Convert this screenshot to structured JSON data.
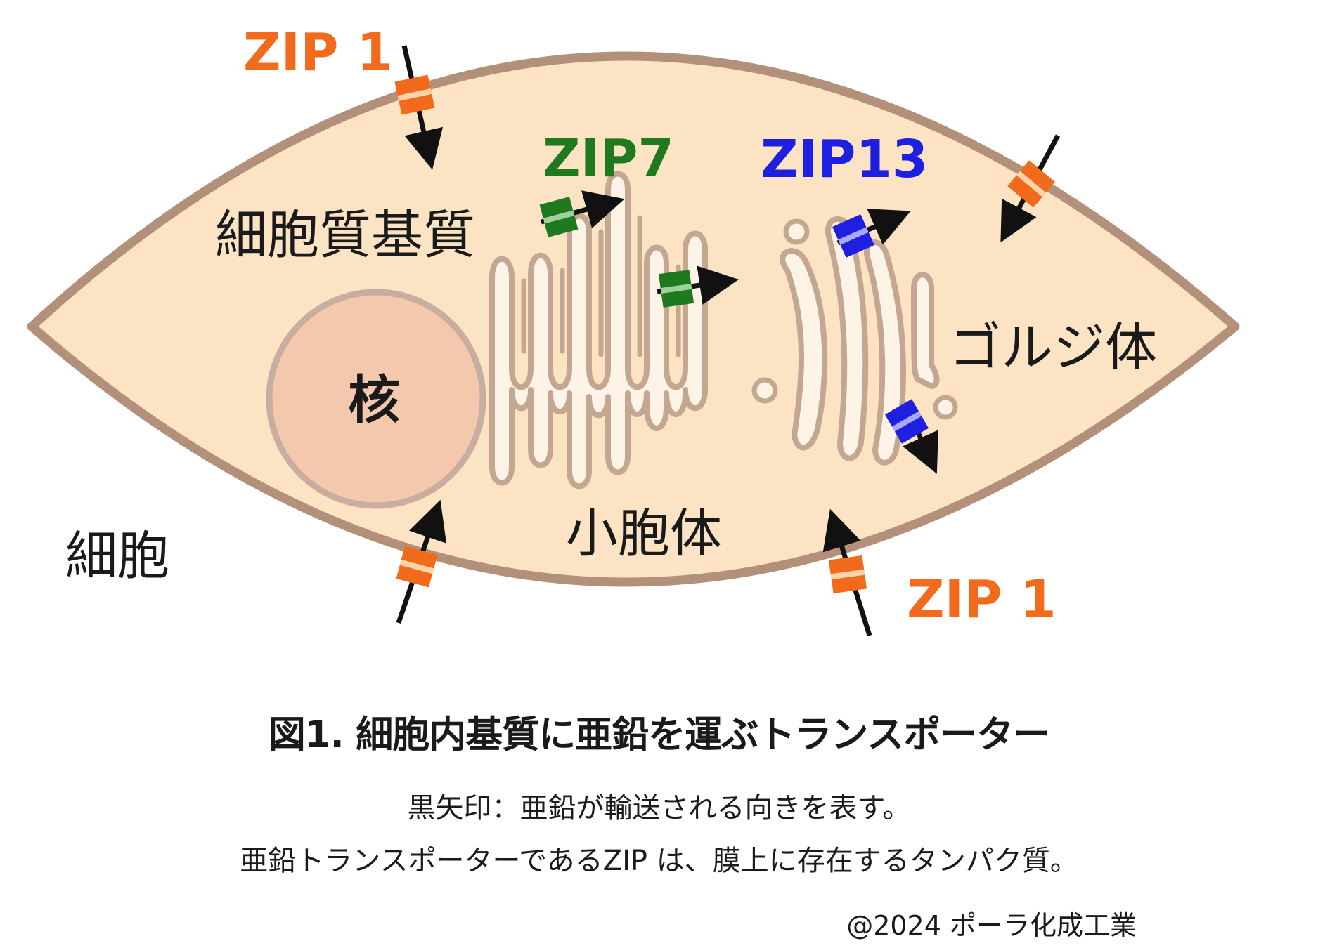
{
  "labels": {
    "zip1_top": "ZIP 1",
    "zip7": "ZIP7",
    "zip13": "ZIP13",
    "zip1_bottom": "ZIP 1",
    "cytoplasmic_matrix": "細胞質基質",
    "nucleus": "核",
    "golgi": "ゴルジ体",
    "vesicle_body": "小胞体",
    "cell": "細胞"
  },
  "caption": {
    "title": "図1. 細胞内基質に亜鉛を運ぶトランスポーター",
    "note_line1": "黒矢印：亜鉛が輸送される向きを表す。",
    "note_line2": "亜鉛トランスポーターであるZIP は、膜上に存在するタンパク質。",
    "copyright": "@2024 ポーラ化成工業"
  },
  "colors": {
    "cell_fill": "#fbe3c4",
    "cell_border": "#b3907a",
    "nucleus_fill": "#f3c8ac",
    "nucleus_border": "#c9ada0",
    "organelle_fill": "#fdf3e6",
    "zip1": "#f26b1d",
    "zip7": "#1f7a1f",
    "zip13": "#1f1fe0",
    "arrow": "#111111"
  }
}
